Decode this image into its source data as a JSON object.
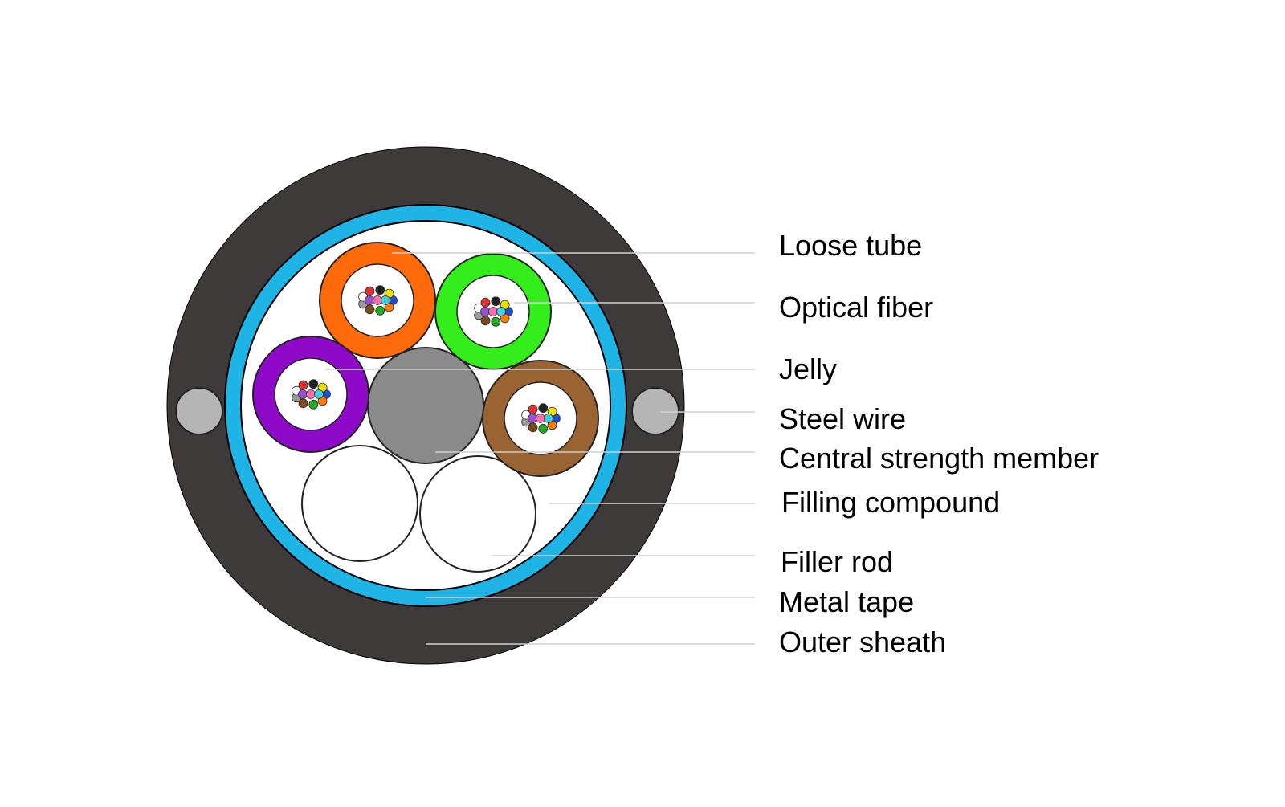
{
  "colors": {
    "outer_sheath": "#3f3a3a",
    "metal_tape": "#1eb4e6",
    "filling": "#ffffff",
    "steel_wire": "#b5b5b5",
    "central_member": "#8a8a8a",
    "loose_tube_orange": "#ff6a0a",
    "loose_tube_green": "#33ee1a",
    "loose_tube_purple": "#8f0ac8",
    "loose_tube_brown": "#9a6332",
    "leader_line": "#d0d0d0",
    "fiber_colors": [
      "#1a4fd0",
      "#ff7a00",
      "#22aa22",
      "#7a4a1a",
      "#9a9a9a",
      "#ffffff",
      "#e03030",
      "#222222",
      "#f0e000",
      "#9b4fd0",
      "#ff6fb0",
      "#40d0e0"
    ]
  },
  "legend": {
    "labels": [
      "Loose tube",
      "Optical fiber",
      "Jelly",
      "Steel wire",
      "Central strength member",
      "Filling compound",
      "Filler rod",
      "Metal tape",
      "Outer sheath"
    ]
  }
}
